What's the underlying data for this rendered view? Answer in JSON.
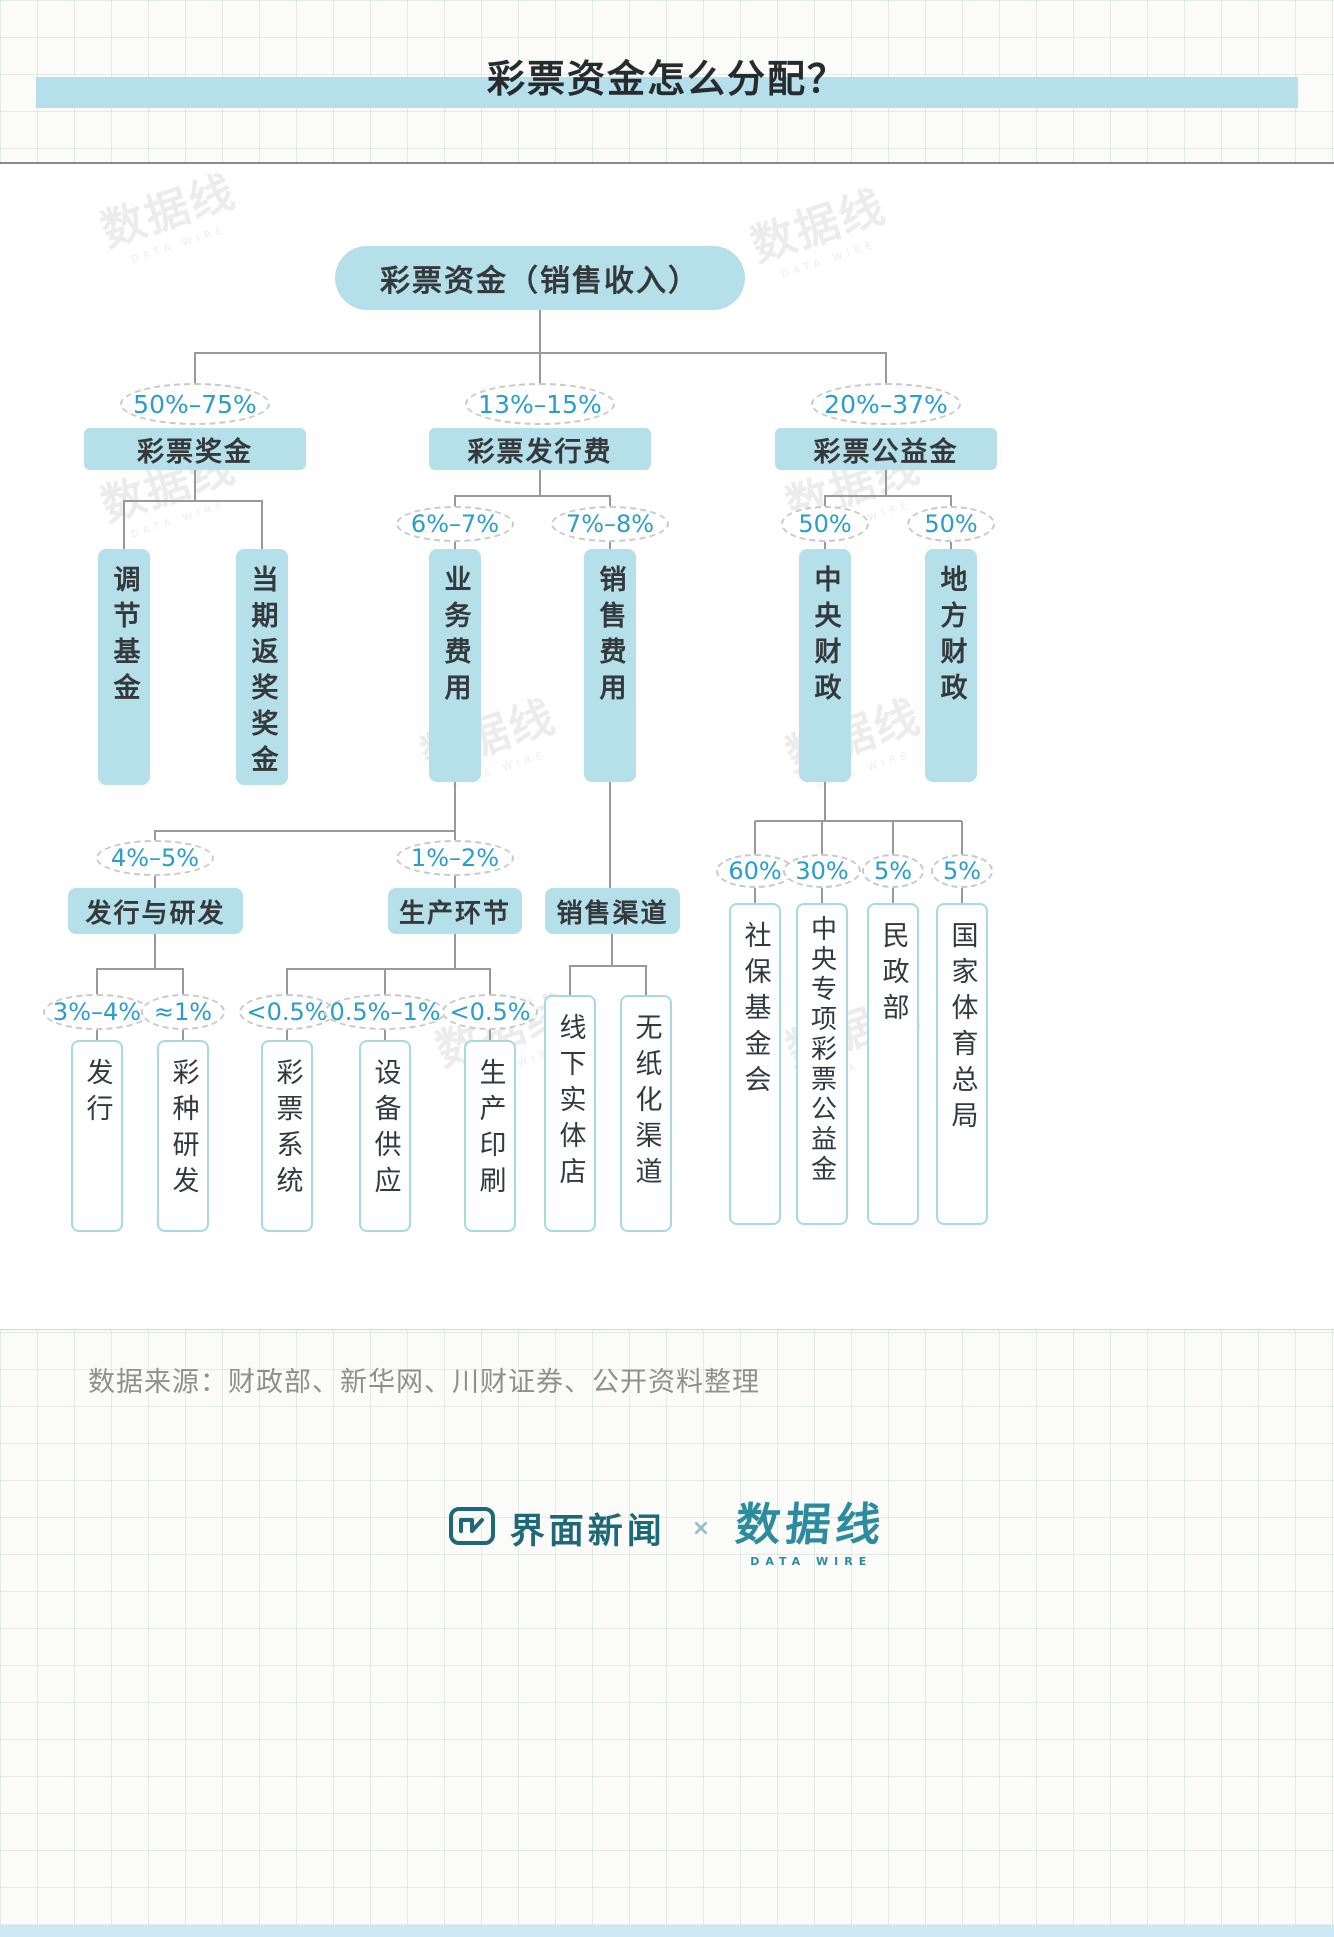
{
  "header": {
    "title": "彩票资金怎么分配？"
  },
  "watermark": {
    "text": "数据线",
    "sub": "DATA WIRE"
  },
  "footer": {
    "source": "数据来源：财政部、新华网、川财证券、公开资料整理",
    "brand_left": "界面新闻",
    "separator": "×",
    "brand_right": "数据线",
    "brand_right_sub": "DATA WIRE"
  },
  "colors": {
    "accent_fill": "#b5dfe9",
    "accent_border": "#a9d8e5",
    "percent_text": "#2b9dc9",
    "title_bar": "#b5dfeb",
    "bottom_strip": "#cdeaf4",
    "brand_teal": "#1e6878",
    "logo_teal": "#2d8ba0",
    "connector_gray": "#999999"
  },
  "chart_data": {
    "type": "tree",
    "title": "彩票资金怎么分配？",
    "tree": {
      "label": "彩票资金（销售收入）",
      "children": [
        {
          "share": "50%–75%",
          "label": "彩票奖金",
          "children": [
            {
              "label": "调节基金"
            },
            {
              "label": "当期返奖奖金"
            }
          ]
        },
        {
          "share": "13%–15%",
          "label": "彩票发行费",
          "children": [
            {
              "share": "6%–7%",
              "label": "业务费用",
              "children": [
                {
                  "share": "4%–5%",
                  "label": "发行与研发",
                  "children": [
                    {
                      "share": "3%–4%",
                      "label": "发行"
                    },
                    {
                      "share": "≈1%",
                      "label": "彩种研发"
                    }
                  ]
                },
                {
                  "share": "1%–2%",
                  "label": "生产环节",
                  "children": [
                    {
                      "share": "<0.5%",
                      "label": "彩票系统"
                    },
                    {
                      "share": "0.5%–1%",
                      "label": "设备供应"
                    },
                    {
                      "share": "<0.5%",
                      "label": "生产印刷"
                    }
                  ]
                }
              ]
            },
            {
              "share": "7%–8%",
              "label": "销售费用",
              "children": [
                {
                  "label": "销售渠道",
                  "children": [
                    {
                      "label": "线下实体店"
                    },
                    {
                      "label": "无纸化渠道"
                    }
                  ]
                }
              ]
            }
          ]
        },
        {
          "share": "20%–37%",
          "label": "彩票公益金",
          "children": [
            {
              "share": "50%",
              "label": "中央财政",
              "children": [
                {
                  "share": "60%",
                  "label": "社保基金会"
                },
                {
                  "share": "30%",
                  "label": "中央专项彩票公益金"
                },
                {
                  "share": "5%",
                  "label": "民政部"
                },
                {
                  "share": "5%",
                  "label": "国家体育总局"
                }
              ]
            },
            {
              "share": "50%",
              "label": "地方财政"
            }
          ]
        }
      ]
    }
  }
}
